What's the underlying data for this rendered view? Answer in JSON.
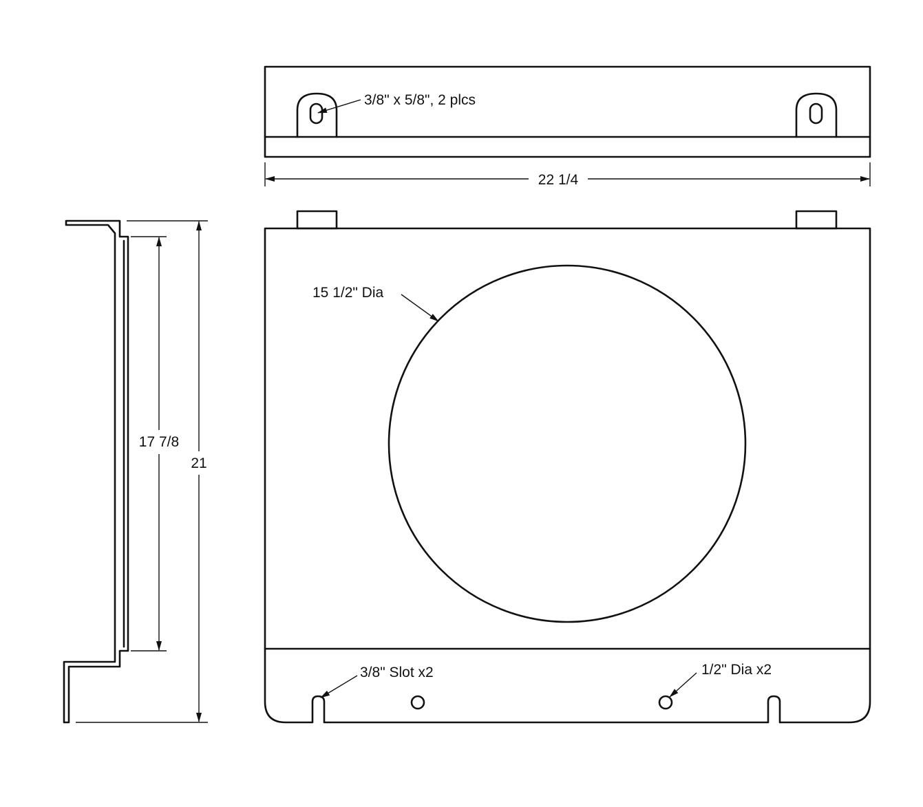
{
  "dimensions": {
    "top_width": "22 1/4",
    "inner_height": "17 7/8",
    "overall_height": "21"
  },
  "callouts": {
    "top_slots": "3/8\" x 5/8\", 2 plcs",
    "circle_dia": "15 1/2\" Dia",
    "bottom_slots": "3/8\" Slot x2",
    "bottom_holes": "1/2\" Dia x2"
  }
}
